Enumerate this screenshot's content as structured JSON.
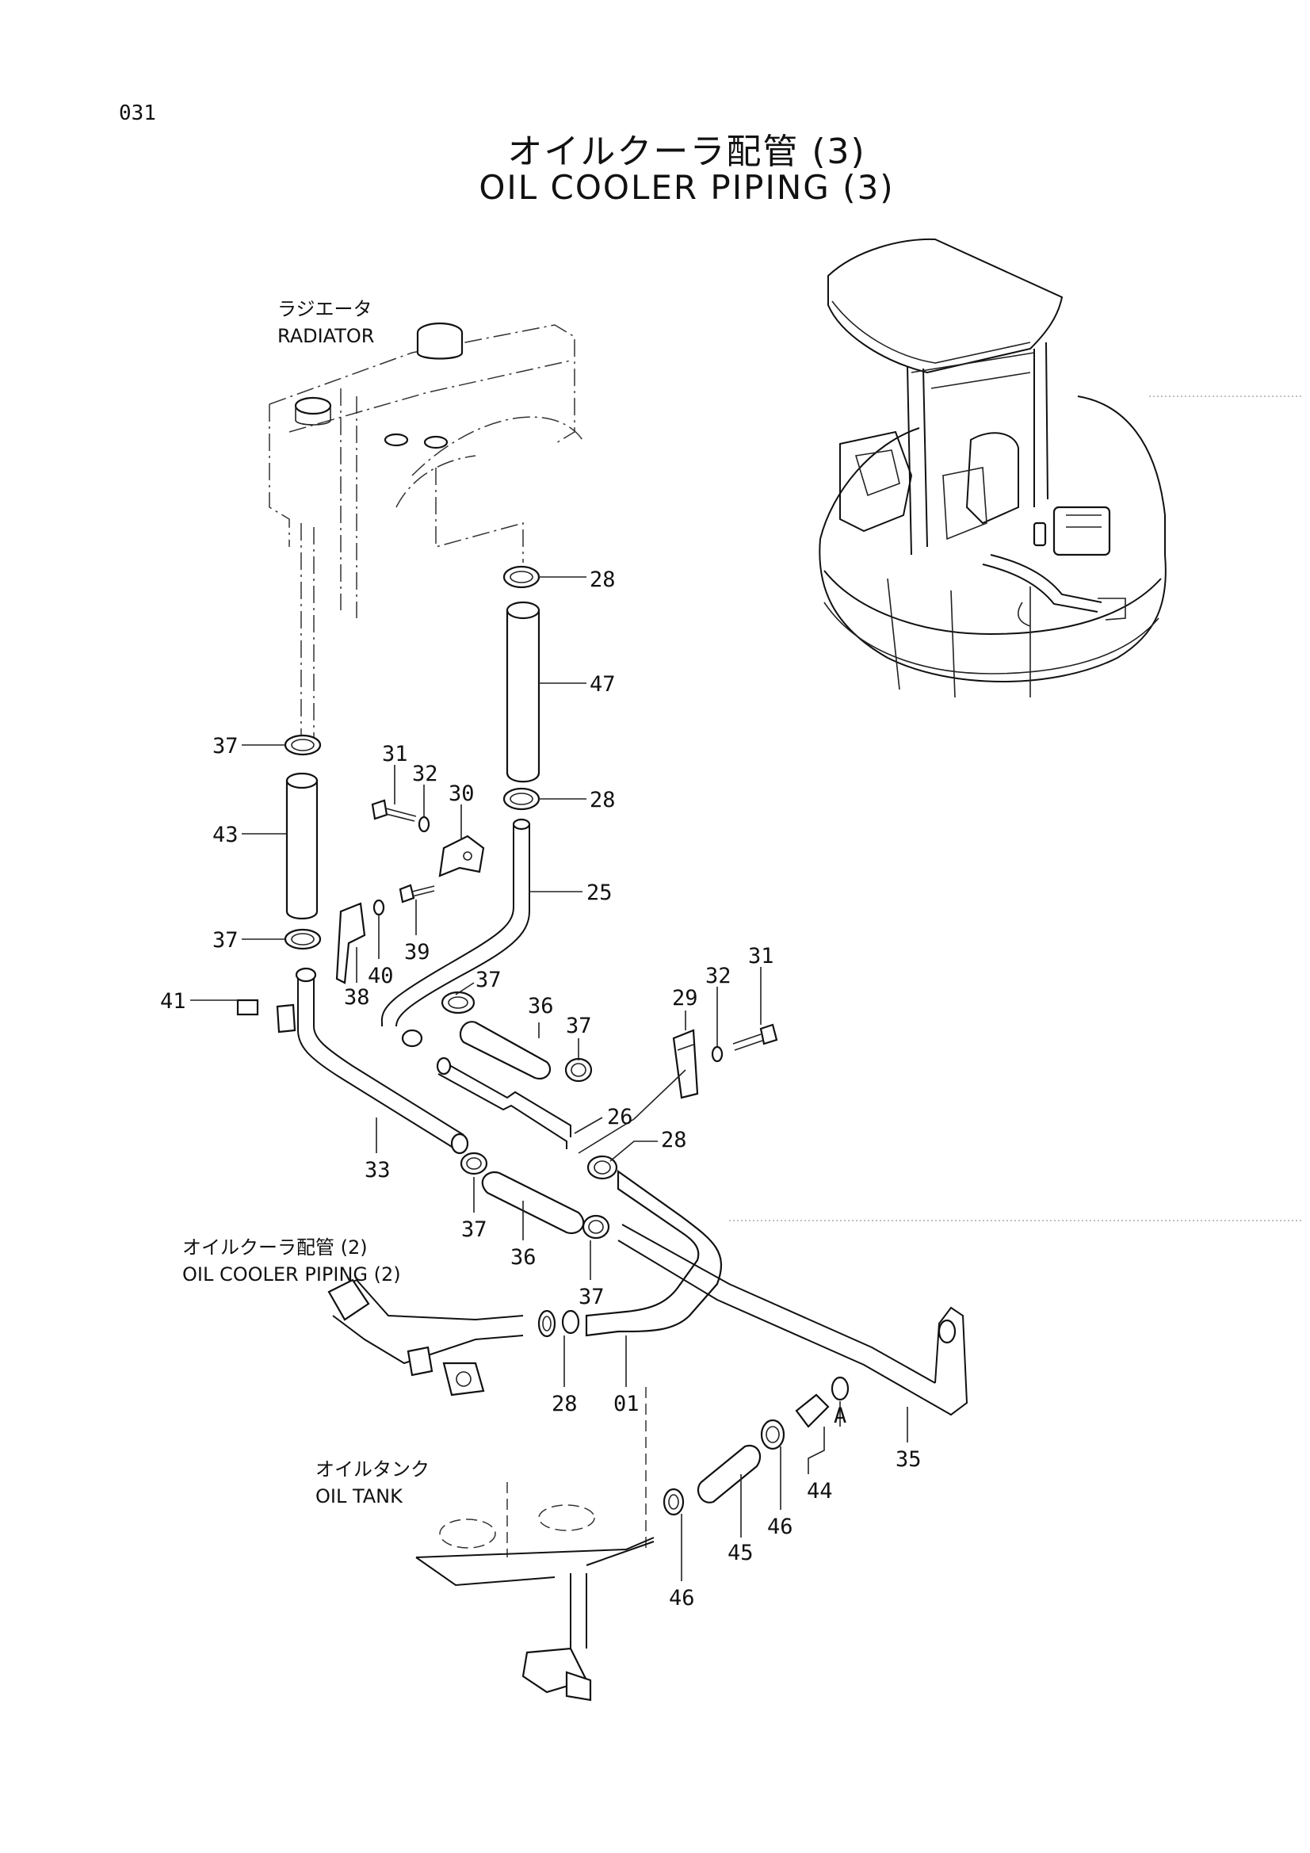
{
  "page_number": "031",
  "title": {
    "japanese": "オイルクーラ配管 (3)",
    "english": "OIL COOLER PIPING (3)"
  },
  "component_labels": {
    "radiator": {
      "jp": "ラジエータ",
      "en": "RADIATOR"
    },
    "oil_cooler_piping_2": {
      "jp": "オイルクーラ配管 (2)",
      "en": "OIL COOLER PIPING (2)"
    },
    "oil_tank": {
      "jp": "オイルタンク",
      "en": "OIL TANK"
    }
  },
  "callouts": {
    "c28a": "28",
    "c47": "47",
    "c28b": "28",
    "c37a": "37",
    "c31a": "31",
    "c32a": "32",
    "c30": "30",
    "c43": "43",
    "c25": "25",
    "c37b": "37",
    "c39": "39",
    "c40": "40",
    "c38": "38",
    "c41": "41",
    "c37c": "37",
    "c36a": "36",
    "c37d": "37",
    "c29": "29",
    "c32b": "32",
    "c31b": "31",
    "c26": "26",
    "c28c": "28",
    "c33": "33",
    "c37e": "37",
    "c36b": "36",
    "c37f": "37",
    "c28d": "28",
    "c01": "01",
    "c35": "35",
    "cA": "A",
    "c44": "44",
    "c46a": "46",
    "c45": "45",
    "c46b": "46"
  }
}
